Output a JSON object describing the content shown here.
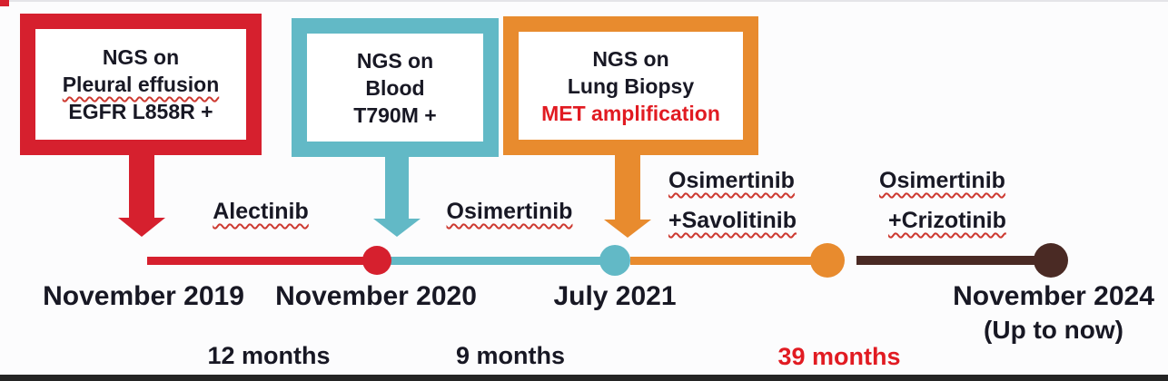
{
  "boxes": [
    {
      "line1": "NGS on",
      "line2": "Pleural effusion",
      "line3": "EGFR L858R +"
    },
    {
      "line1": "NGS on",
      "line2": "Blood",
      "line3": "T790M +"
    },
    {
      "line1": "NGS on",
      "line2": "Lung Biopsy",
      "line3": "MET amplification"
    }
  ],
  "treatments": {
    "segment1": "Alectinib",
    "segment2": "Osimertinib",
    "segment3_line1": "Osimertinib",
    "segment3_line2": "+Savolitinib",
    "segment4_line1": "Osimertinib",
    "segment4_line2": "+Crizotinib"
  },
  "dates": {
    "start": "November 2019",
    "second": "November 2020",
    "third": "July 2021",
    "end": "November 2024",
    "end_note": "(Up to now)"
  },
  "durations": {
    "first": "12 months",
    "second": "9 months",
    "third": "39 months"
  },
  "colors": {
    "red": "#d6202e",
    "teal": "#62b9c6",
    "orange": "#e88b2e",
    "brown": "#4a2a24",
    "dark_text": "#181824",
    "highlight_red": "#e11b22",
    "squiggle_red": "#cd3a31"
  }
}
